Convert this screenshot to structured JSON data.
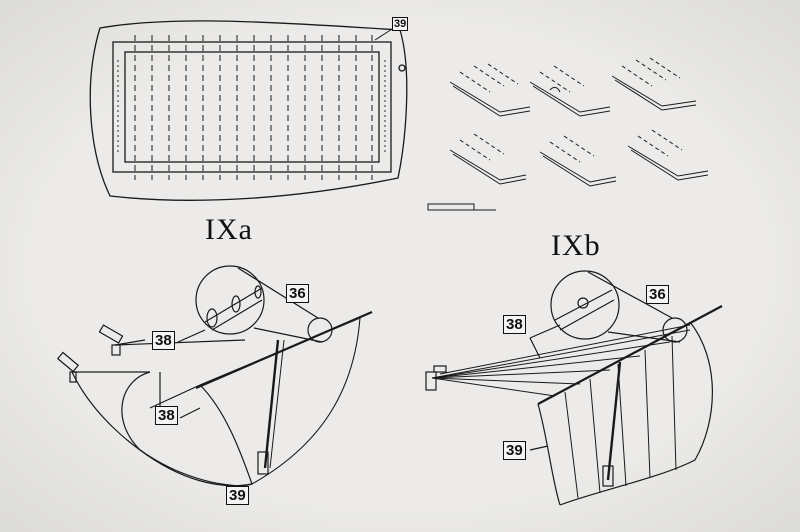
{
  "figures": {
    "top": {
      "callout": "39"
    },
    "a": {
      "title": "IXa",
      "callouts": [
        "38",
        "36",
        "38",
        "39"
      ]
    },
    "b": {
      "title": "IXb",
      "callouts": [
        "36",
        "38",
        "39"
      ]
    }
  },
  "colors": {
    "paper": "#e9e8e6",
    "ink": "#1a1a1a"
  }
}
